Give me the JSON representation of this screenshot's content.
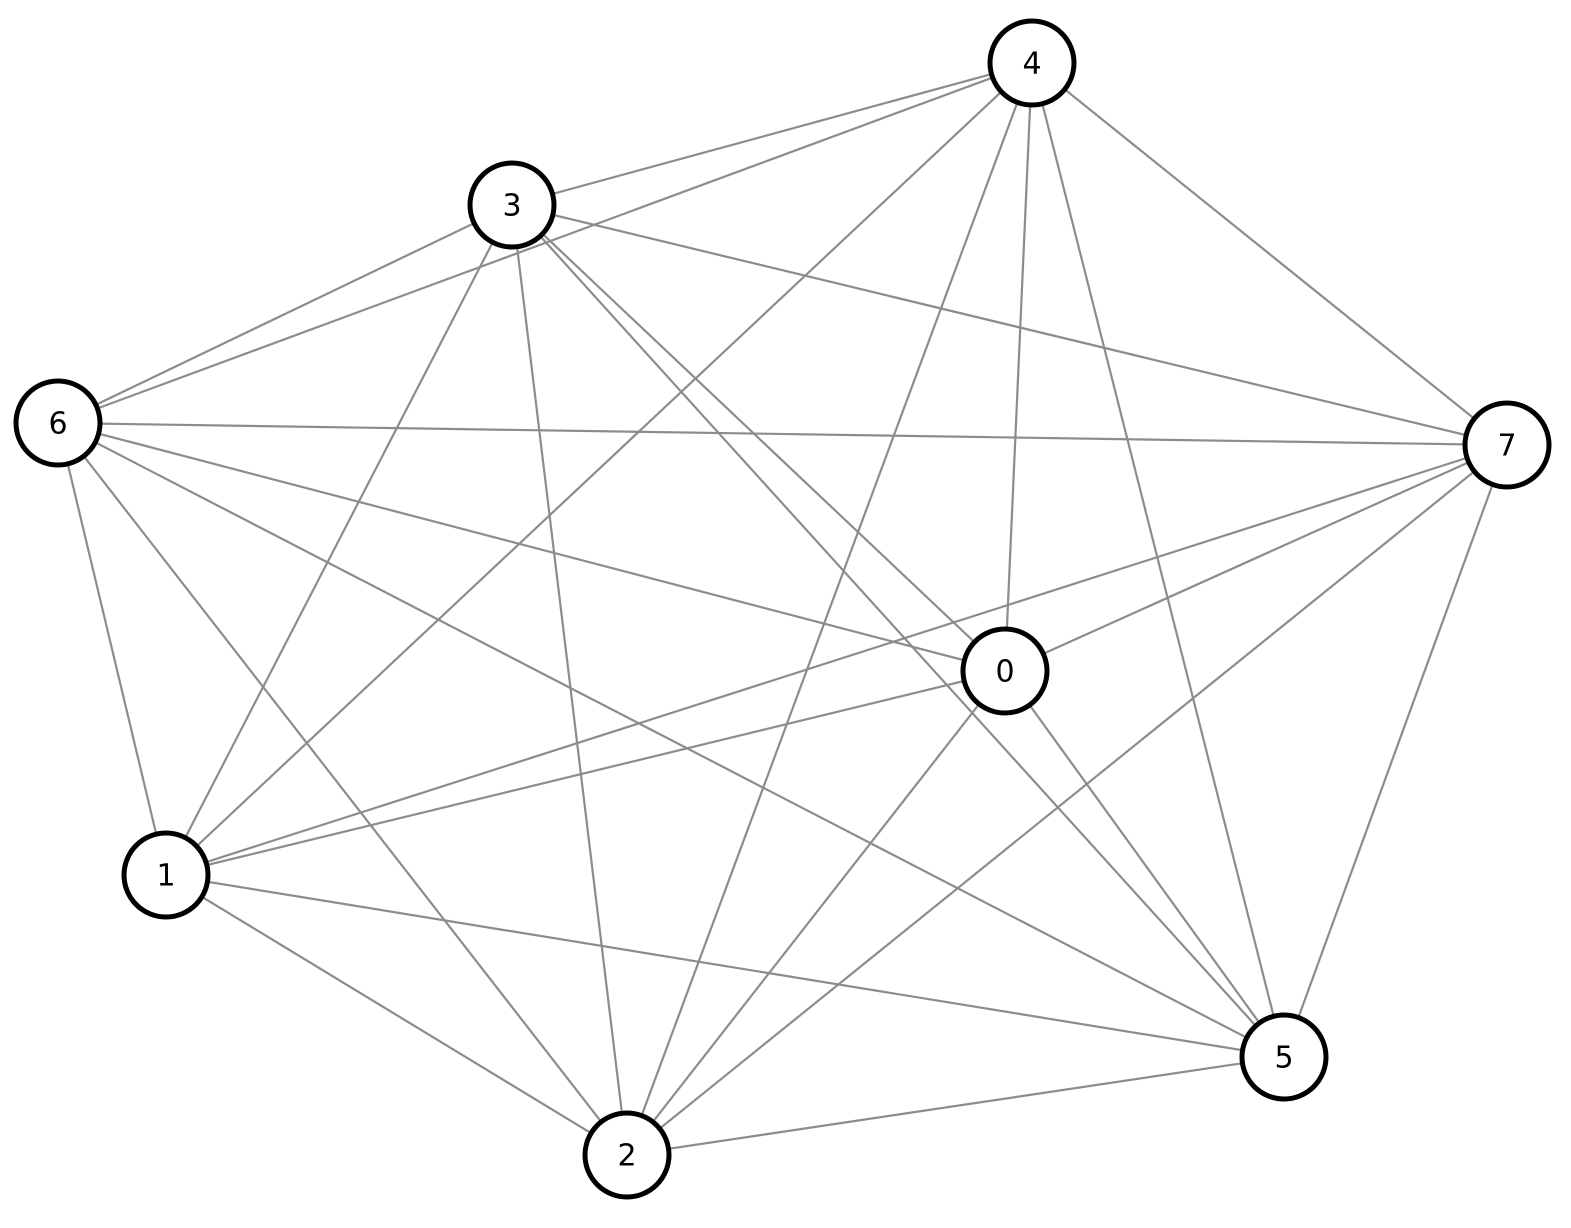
{
  "graph": {
    "nodes": [
      {
        "id": "0",
        "label": "0"
      },
      {
        "id": "1",
        "label": "1"
      },
      {
        "id": "2",
        "label": "2"
      },
      {
        "id": "3",
        "label": "3"
      },
      {
        "id": "4",
        "label": "4"
      },
      {
        "id": "5",
        "label": "5"
      },
      {
        "id": "6",
        "label": "6"
      },
      {
        "id": "7",
        "label": "7"
      }
    ],
    "edges": [
      [
        "3",
        "4"
      ],
      [
        "6",
        "4"
      ],
      [
        "6",
        "3"
      ],
      [
        "6",
        "7"
      ],
      [
        "6",
        "0"
      ],
      [
        "6",
        "5"
      ],
      [
        "6",
        "1"
      ],
      [
        "6",
        "2"
      ],
      [
        "3",
        "7"
      ],
      [
        "3",
        "0"
      ],
      [
        "3",
        "5"
      ],
      [
        "3",
        "1"
      ],
      [
        "3",
        "2"
      ],
      [
        "4",
        "7"
      ],
      [
        "4",
        "0"
      ],
      [
        "4",
        "5"
      ],
      [
        "4",
        "1"
      ],
      [
        "4",
        "2"
      ],
      [
        "7",
        "1"
      ],
      [
        "7",
        "0"
      ],
      [
        "7",
        "2"
      ],
      [
        "7",
        "5"
      ],
      [
        "0",
        "1"
      ],
      [
        "0",
        "5"
      ],
      [
        "0",
        "2"
      ],
      [
        "1",
        "5"
      ],
      [
        "1",
        "2"
      ],
      [
        "2",
        "5"
      ]
    ]
  },
  "colors": {
    "edge": "#8c8c8c",
    "node_border": "#000000",
    "node_fill": "#ffffff"
  }
}
